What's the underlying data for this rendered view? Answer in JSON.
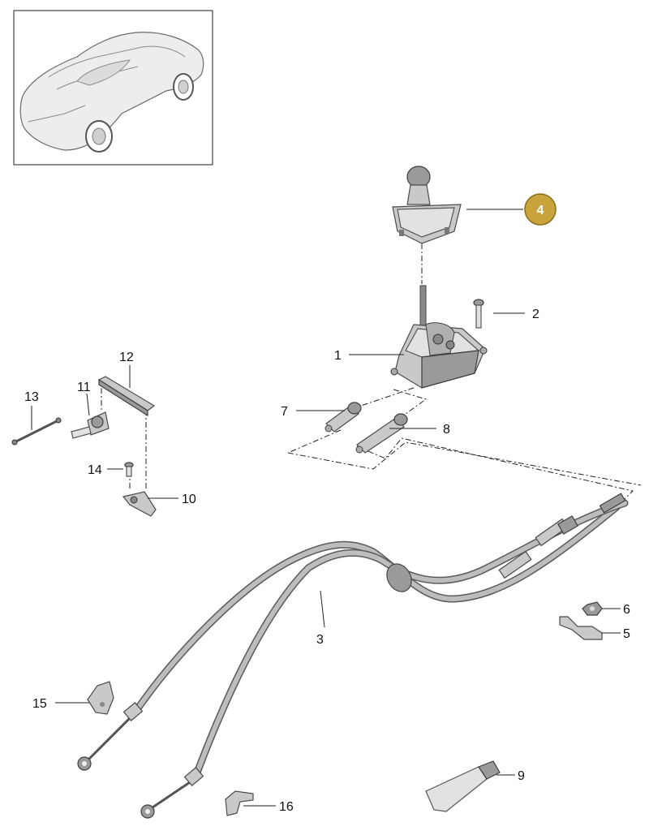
{
  "callouts": {
    "c1": "1",
    "c2": "2",
    "c3": "3",
    "c4": "4",
    "c5": "5",
    "c6": "6",
    "c7": "7",
    "c8": "8",
    "c9": "9",
    "c10": "10",
    "c11": "11",
    "c12": "12",
    "c13": "13",
    "c14": "14",
    "c15": "15",
    "c16": "16"
  },
  "highlighted_part": "4",
  "colors": {
    "highlight_badge": "#c9a43c",
    "part_fill": "#c9c9c9",
    "line": "#222222"
  }
}
